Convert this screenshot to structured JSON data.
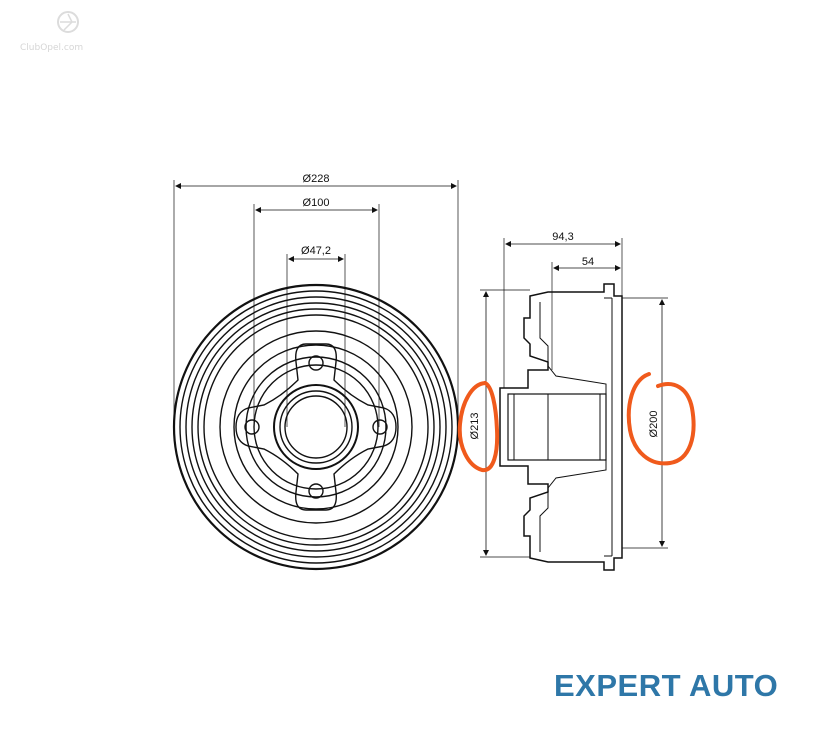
{
  "watermark": {
    "text": "ClubOpel.com"
  },
  "dimensions": {
    "outer_diameter": "Ø228",
    "bolt_circle": "Ø100",
    "center_bore": "Ø47,2",
    "total_width": "94,3",
    "hub_width": "54",
    "drum_outer": "Ø213",
    "drum_inner": "Ø200"
  },
  "highlight": {
    "color": "#f05a1c"
  },
  "drawing": {
    "line_color": "#111111"
  },
  "brand": {
    "text": "EXPERT AUTO",
    "color": "#2e77a8"
  }
}
